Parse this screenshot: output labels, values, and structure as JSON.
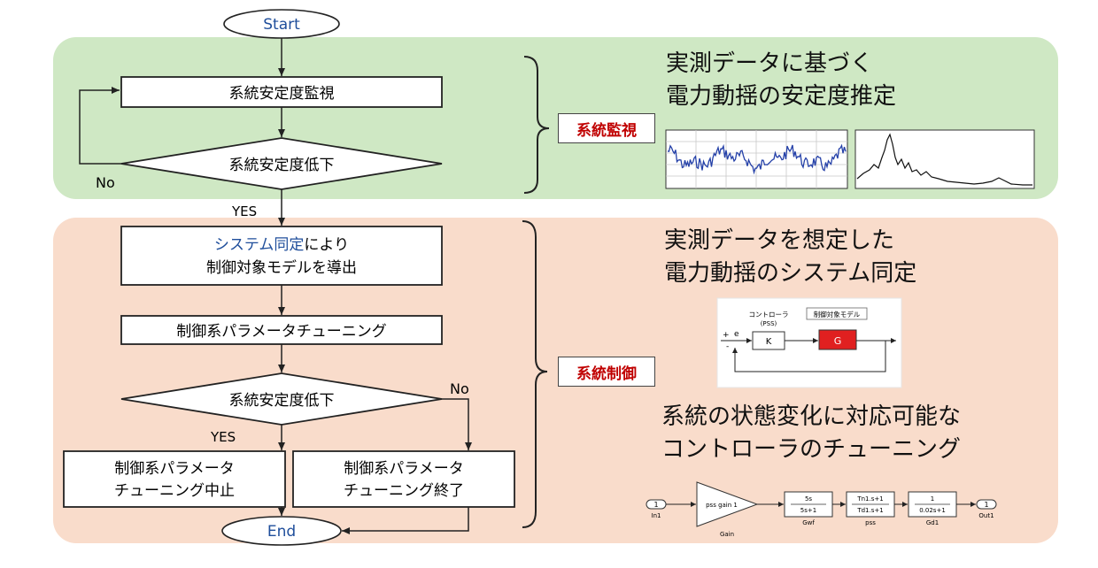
{
  "flow": {
    "start": "Start",
    "monitor": "系統安定度監視",
    "decision1": "系統安定度低下",
    "no1": "No",
    "yes1": "YES",
    "sysid_colored": "システム同定",
    "sysid_rest": "により",
    "derive": "制御対象モデルを導出",
    "tuning": "制御系パラメータチューニング",
    "decision2": "系統安定度低下",
    "no2": "No",
    "yes2": "YES",
    "stop_line1": "制御系パラメータ",
    "stop_line2": "チューニング中止",
    "finish_line1": "制御系パラメータ",
    "finish_line2": "チューニング終了",
    "end": "End"
  },
  "sections": {
    "monitoring_label": "系統監視",
    "control_label": "系統制御",
    "monitor_desc_line1": "実測データに基づく",
    "monitor_desc_line2": "電力動揺の安定度推定",
    "sysid_desc_line1": "実測データを想定した",
    "sysid_desc_line2": "電力動揺のシステム同定",
    "tuning_desc_line1": "系統の状態変化に対応可能な",
    "tuning_desc_line2": "コントローラのチューニング"
  },
  "block_diagram": {
    "controller_label": "コントローラ",
    "controller_sub": "(PSS)",
    "plant_label": "制御対象モデル",
    "k": "K",
    "g": "G",
    "plus": "+",
    "minus": "-",
    "e": "e"
  },
  "simulink": {
    "in_num": "1",
    "in_label": "In1",
    "gain_text": "pss gain 1",
    "gain_label": "Gain",
    "gwf_num": "5s",
    "gwf_den": "5s+1",
    "gwf_label": "Gwf",
    "pss_num": "Tn1.s+1",
    "pss_den": "Td1.s+1",
    "pss_label": "pss",
    "gd1_num": "1",
    "gd1_den": "0.02s+1",
    "gd1_label": "Gd1",
    "out_num": "1",
    "out_label": "Out1"
  },
  "colors": {
    "green_panel": "#cfe8c4",
    "orange_panel": "#f9dccb",
    "sysid_blue": "#1f4e9b",
    "label_red": "#c00000",
    "signal_blue": "#2440a8",
    "g_block": "#e02020"
  }
}
